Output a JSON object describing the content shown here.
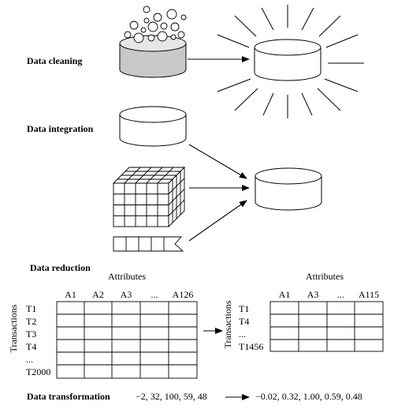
{
  "sections": {
    "cleaning": "Data cleaning",
    "integration": "Data integration",
    "reduction": "Data reduction",
    "transformation": "Data transformation"
  },
  "reduction_left": {
    "header": "Attributes",
    "side": "Transactions",
    "columns": [
      "A1",
      "A2",
      "A3",
      "...",
      "A126"
    ],
    "rows": [
      "T1",
      "T2",
      "T3",
      "T4",
      "...",
      "T2000"
    ]
  },
  "reduction_right": {
    "header": "Attributes",
    "side": "Transactions",
    "columns": [
      "A1",
      "A3",
      "...",
      "A115"
    ],
    "rows": [
      "T1",
      "T4",
      "...",
      "T1456"
    ]
  },
  "transformation": {
    "input": "−2, 32, 100, 59, 48",
    "output": "−0.02, 0.32, 1.00, 0.59, 0.48"
  }
}
